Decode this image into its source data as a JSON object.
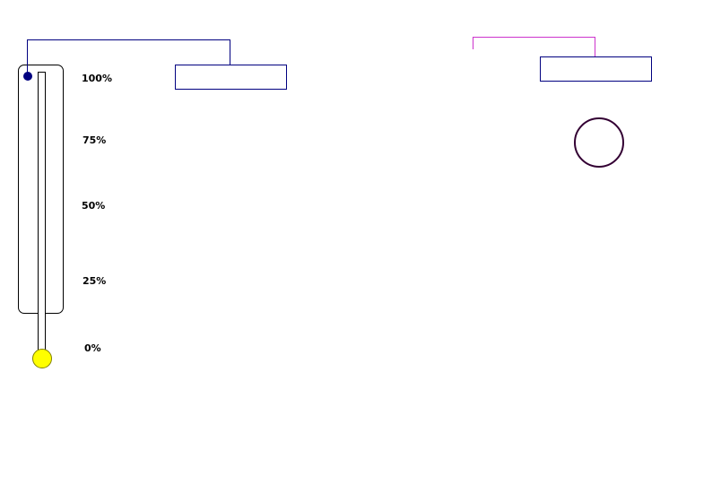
{
  "thermometer": {
    "level": 0,
    "ticks": [
      {
        "label": "100%"
      },
      {
        "label": "75%"
      },
      {
        "label": "50%"
      },
      {
        "label": "25%"
      },
      {
        "label": "0%"
      }
    ],
    "bulb_color": "#ffff00",
    "frame_color": "#000000",
    "marker_color": "#000080"
  },
  "connectors": {
    "left_color": "#000080",
    "right_color": "#cc33cc"
  },
  "boxes": {
    "left_border": "#000080",
    "right_border": "#000080"
  },
  "circle": {
    "stroke_color": "#330033"
  }
}
